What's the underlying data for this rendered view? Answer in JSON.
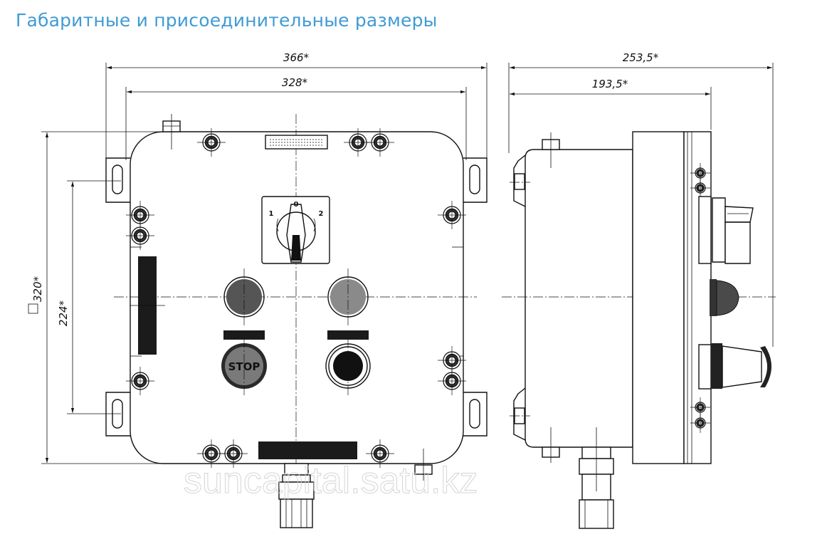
{
  "title": "Габаритные и присоединительные размеры",
  "front_view": {
    "dim_overall_width": "366*",
    "dim_inner_width": "328*",
    "dim_overall_height": "320*",
    "dim_mount_height": "224*",
    "selector_position_1": "1",
    "selector_position_0": "0",
    "selector_position_2": "2",
    "stop_button_label": "STOP"
  },
  "side_view": {
    "dim_overall_depth": "253,5*",
    "dim_body_depth": "193,5*"
  },
  "watermark": "suncapital.satu.kz"
}
